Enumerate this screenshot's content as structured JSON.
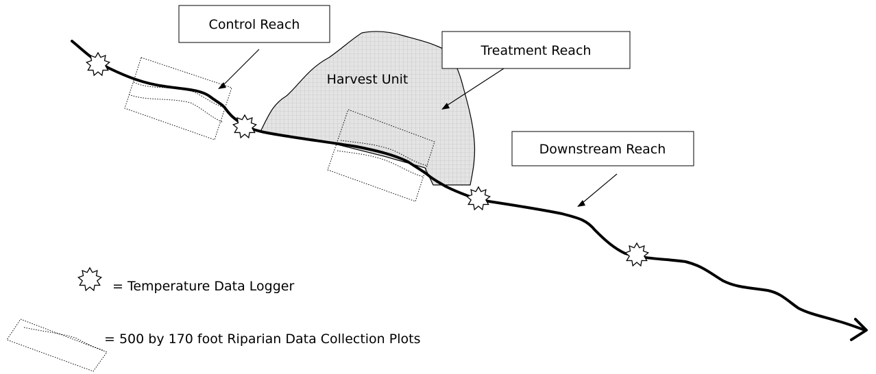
{
  "diagram": {
    "labels": {
      "control_reach": "Control Reach",
      "treatment_reach": "Treatment Reach",
      "harvest_unit": "Harvest Unit",
      "downstream_reach": "Downstream Reach"
    },
    "legend": {
      "logger": "= Temperature Data Logger",
      "plot": "= 500 by 170 foot Riparian Data Collection Plots"
    },
    "colors": {
      "stream": "#000000",
      "harvest_fill": "#d9d9d9",
      "harvest_grid": "#b8b8b8"
    }
  }
}
